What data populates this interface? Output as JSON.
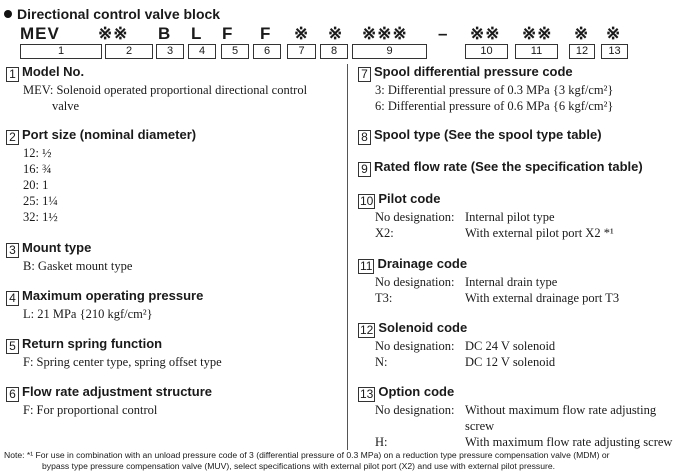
{
  "title": "Directional control valve block",
  "code_tokens": [
    "MEV",
    "※※",
    "B",
    "L",
    "F",
    "F",
    "※",
    "※",
    "※※※",
    "–",
    "※※",
    "※※",
    "※",
    "※"
  ],
  "code_numbers": [
    "1",
    "2",
    "3",
    "4",
    "5",
    "6",
    "7",
    "8",
    "9",
    "10",
    "11",
    "12",
    "13"
  ],
  "sections": {
    "s1": {
      "num": "1",
      "title": "Model No.",
      "lines": [
        "MEV: Solenoid operated proportional directional control",
        "valve"
      ]
    },
    "s2": {
      "num": "2",
      "title": "Port size (nominal diameter)",
      "lines": [
        "12: ½",
        "16: ¾",
        "20: 1",
        "25: 1¼",
        "32: 1½"
      ]
    },
    "s3": {
      "num": "3",
      "title": "Mount type",
      "lines": [
        "B: Gasket mount type"
      ]
    },
    "s4": {
      "num": "4",
      "title": "Maximum operating pressure",
      "lines": [
        "L: 21 MPa {210 kgf/cm²}"
      ]
    },
    "s5": {
      "num": "5",
      "title": "Return spring function",
      "lines": [
        "F: Spring center type, spring offset type"
      ]
    },
    "s6": {
      "num": "6",
      "title": "Flow rate adjustment structure",
      "lines": [
        "F: For proportional control"
      ]
    },
    "s7": {
      "num": "7",
      "title": "Spool differential pressure code",
      "lines": [
        "3: Differential pressure of 0.3 MPa {3 kgf/cm²}",
        "6: Differential pressure of 0.6 MPa {6 kgf/cm²}"
      ]
    },
    "s8": {
      "num": "8",
      "title": "Spool type (See the spool type table)"
    },
    "s9": {
      "num": "9",
      "title": "Rated flow rate (See the specification table)"
    },
    "s10": {
      "num": "10",
      "title": "Pilot code",
      "rows": [
        {
          "k": "No designation:",
          "v": "Internal pilot type"
        },
        {
          "k": "X2:",
          "v": "With external pilot port X2 *¹"
        }
      ]
    },
    "s11": {
      "num": "11",
      "title": "Drainage code",
      "rows": [
        {
          "k": "No designation:",
          "v": "Internal drain type"
        },
        {
          "k": "T3:",
          "v": "With external drainage port T3"
        }
      ]
    },
    "s12": {
      "num": "12",
      "title": "Solenoid code",
      "rows": [
        {
          "k": "No designation:",
          "v": "DC 24 V solenoid"
        },
        {
          "k": "N:",
          "v": "DC 12 V solenoid"
        }
      ]
    },
    "s13": {
      "num": "13",
      "title": "Option code",
      "rows": [
        {
          "k": "No designation:",
          "v": "Without maximum flow rate adjusting"
        },
        {
          "k": "",
          "v": "screw"
        },
        {
          "k": "H:",
          "v": "With maximum flow rate adjusting screw"
        }
      ]
    }
  },
  "note": {
    "line1": "Note: *¹ For use in combination with an unload pressure code of 3 (differential pressure of 0.3 MPa) on a reduction type pressure compensation valve (MDM) or",
    "line2": "bypass type pressure compensation valve (MUV), select specifications with external pilot port (X2) and use with external pilot pressure."
  }
}
